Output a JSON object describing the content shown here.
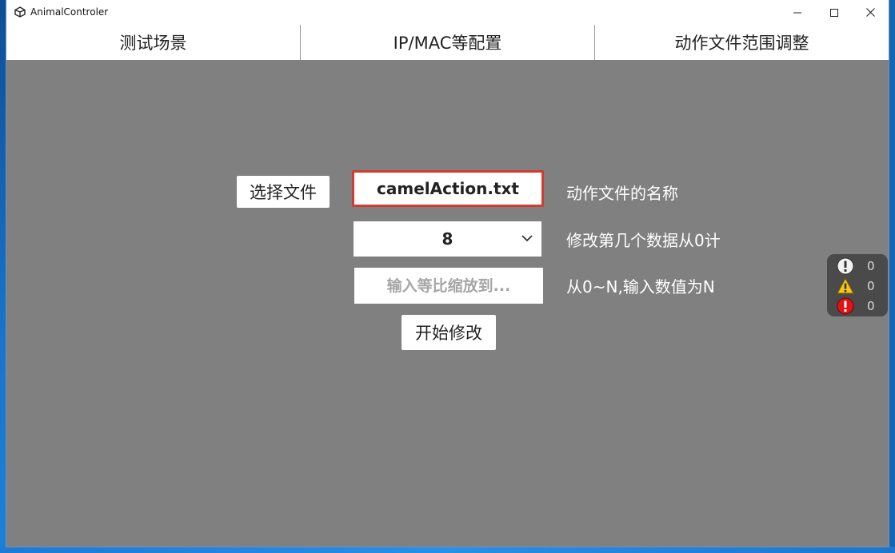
{
  "window": {
    "title": "AnimalControler"
  },
  "tabs": [
    {
      "label": "测试场景"
    },
    {
      "label": "IP/MAC等配置"
    },
    {
      "label": "动作文件范围调整"
    }
  ],
  "form": {
    "select_file_label": "选择文件",
    "file_name_value": "camelAction.txt",
    "file_name_desc": "动作文件的名称",
    "index_value": "8",
    "index_desc": "修改第几个数据从0计",
    "scale_placeholder": "输入等比缩放到...",
    "scale_value": "",
    "scale_desc": "从0~N,输入数值为N",
    "start_label": "开始修改"
  },
  "console": {
    "info_count": "0",
    "warning_count": "0",
    "error_count": "0"
  },
  "colors": {
    "content_bg": "#808080",
    "highlight_border": "#d23b2e",
    "console_bg": "#4a4a4a",
    "desktop": "#1565b0"
  },
  "icons": [
    "unity-logo-icon",
    "minimize-icon",
    "maximize-icon",
    "close-icon",
    "chevron-down-icon",
    "info-icon",
    "warning-icon",
    "error-icon"
  ]
}
